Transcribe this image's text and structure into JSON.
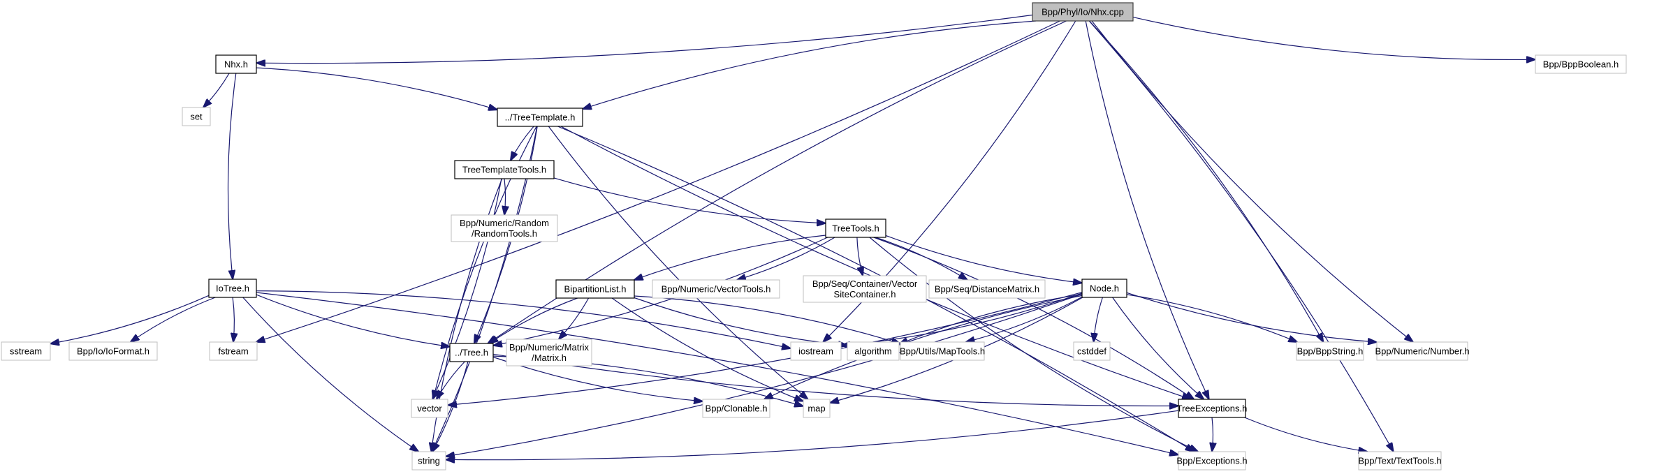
{
  "title": "Bpp/Phyl/Io/Nhx.cpp include dependency graph",
  "colors": {
    "edge": "#191970",
    "main_fill": "#bfbfbf",
    "main_border": "#404040",
    "local_border": "#000000",
    "external_border": "#bfbfbf"
  },
  "nodes": [
    {
      "id": "nhxcpp",
      "label": [
        "Bpp/Phyl/Io/Nhx.cpp"
      ],
      "kind": "main"
    },
    {
      "id": "nhxh",
      "label": [
        "Nhx.h"
      ],
      "kind": "local"
    },
    {
      "id": "set",
      "label": [
        "set"
      ],
      "kind": "external"
    },
    {
      "id": "treetemplate",
      "label": [
        "../TreeTemplate.h"
      ],
      "kind": "local"
    },
    {
      "id": "treetemplatetools",
      "label": [
        "TreeTemplateTools.h"
      ],
      "kind": "local"
    },
    {
      "id": "randomtools",
      "label": [
        "Bpp/Numeric/Random",
        "/RandomTools.h"
      ],
      "kind": "external"
    },
    {
      "id": "treetools",
      "label": [
        "TreeTools.h"
      ],
      "kind": "local"
    },
    {
      "id": "iotree",
      "label": [
        "IoTree.h"
      ],
      "kind": "local"
    },
    {
      "id": "bipartition",
      "label": [
        "BipartitionList.h"
      ],
      "kind": "local"
    },
    {
      "id": "vectortools",
      "label": [
        "Bpp/Numeric/VectorTools.h"
      ],
      "kind": "external"
    },
    {
      "id": "vectorsite",
      "label": [
        "Bpp/Seq/Container/Vector",
        "SiteContainer.h"
      ],
      "kind": "external"
    },
    {
      "id": "distmatrix",
      "label": [
        "Bpp/Seq/DistanceMatrix.h"
      ],
      "kind": "external"
    },
    {
      "id": "nodeh",
      "label": [
        "Node.h"
      ],
      "kind": "local"
    },
    {
      "id": "sstream",
      "label": [
        "sstream"
      ],
      "kind": "external"
    },
    {
      "id": "ioformat",
      "label": [
        "Bpp/Io/IoFormat.h"
      ],
      "kind": "external"
    },
    {
      "id": "fstream",
      "label": [
        "fstream"
      ],
      "kind": "external"
    },
    {
      "id": "treeh",
      "label": [
        "../Tree.h"
      ],
      "kind": "local"
    },
    {
      "id": "matrix",
      "label": [
        "Bpp/Numeric/Matrix",
        "/Matrix.h"
      ],
      "kind": "external"
    },
    {
      "id": "iostream",
      "label": [
        "iostream"
      ],
      "kind": "external"
    },
    {
      "id": "algorithm",
      "label": [
        "algorithm"
      ],
      "kind": "external"
    },
    {
      "id": "maptools",
      "label": [
        "Bpp/Utils/MapTools.h"
      ],
      "kind": "external"
    },
    {
      "id": "cstddef",
      "label": [
        "cstddef"
      ],
      "kind": "external"
    },
    {
      "id": "bppstring",
      "label": [
        "Bpp/BppString.h"
      ],
      "kind": "external"
    },
    {
      "id": "number",
      "label": [
        "Bpp/Numeric/Number.h"
      ],
      "kind": "external"
    },
    {
      "id": "vector",
      "label": [
        "vector"
      ],
      "kind": "external"
    },
    {
      "id": "clonable",
      "label": [
        "Bpp/Clonable.h"
      ],
      "kind": "external"
    },
    {
      "id": "map",
      "label": [
        "map"
      ],
      "kind": "external"
    },
    {
      "id": "treeexceptions",
      "label": [
        "TreeExceptions.h"
      ],
      "kind": "local"
    },
    {
      "id": "string",
      "label": [
        "string"
      ],
      "kind": "external"
    },
    {
      "id": "exceptions",
      "label": [
        "Bpp/Exceptions.h"
      ],
      "kind": "external"
    },
    {
      "id": "texttools",
      "label": [
        "Bpp/Text/TextTools.h"
      ],
      "kind": "external"
    },
    {
      "id": "bppboolean",
      "label": [
        "Bpp/BppBoolean.h"
      ],
      "kind": "external"
    }
  ],
  "edges": [
    [
      "nhxcpp",
      "nhxh"
    ],
    [
      "nhxcpp",
      "treetemplate"
    ],
    [
      "nhxcpp",
      "fstream"
    ],
    [
      "nhxcpp",
      "treeh"
    ],
    [
      "nhxcpp",
      "iostream"
    ],
    [
      "nhxcpp",
      "treeexceptions"
    ],
    [
      "nhxcpp",
      "bppstring"
    ],
    [
      "nhxcpp",
      "number"
    ],
    [
      "nhxcpp",
      "texttools"
    ],
    [
      "nhxcpp",
      "bppboolean"
    ],
    [
      "nhxh",
      "set"
    ],
    [
      "nhxh",
      "iotree"
    ],
    [
      "nhxh",
      "treetemplate"
    ],
    [
      "treetemplate",
      "treetemplatetools"
    ],
    [
      "treetemplate",
      "treeh"
    ],
    [
      "treetemplate",
      "vector"
    ],
    [
      "treetemplate",
      "string"
    ],
    [
      "treetemplate",
      "map"
    ],
    [
      "treetemplate",
      "exceptions"
    ],
    [
      "treetemplate",
      "treeexceptions"
    ],
    [
      "treetemplatetools",
      "randomtools"
    ],
    [
      "treetemplatetools",
      "treetools"
    ],
    [
      "treetemplatetools",
      "vector"
    ],
    [
      "treetemplatetools",
      "string"
    ],
    [
      "treetools",
      "treeh"
    ],
    [
      "treetools",
      "bipartition"
    ],
    [
      "treetools",
      "vectortools"
    ],
    [
      "treetools",
      "vectorsite"
    ],
    [
      "treetools",
      "distmatrix"
    ],
    [
      "treetools",
      "nodeh"
    ],
    [
      "treetools",
      "treeexceptions"
    ],
    [
      "treetools",
      "exceptions"
    ],
    [
      "iotree",
      "sstream"
    ],
    [
      "iotree",
      "ioformat"
    ],
    [
      "iotree",
      "fstream"
    ],
    [
      "iotree",
      "treeh"
    ],
    [
      "iotree",
      "iostream"
    ],
    [
      "iotree",
      "string"
    ],
    [
      "iotree",
      "exceptions"
    ],
    [
      "bipartition",
      "treeh"
    ],
    [
      "bipartition",
      "matrix"
    ],
    [
      "bipartition",
      "algorithm"
    ],
    [
      "bipartition",
      "maptools"
    ],
    [
      "bipartition",
      "map"
    ],
    [
      "nodeh",
      "iostream"
    ],
    [
      "nodeh",
      "algorithm"
    ],
    [
      "nodeh",
      "maptools"
    ],
    [
      "nodeh",
      "cstddef"
    ],
    [
      "nodeh",
      "bppstring"
    ],
    [
      "nodeh",
      "number"
    ],
    [
      "nodeh",
      "vector"
    ],
    [
      "nodeh",
      "clonable"
    ],
    [
      "nodeh",
      "map"
    ],
    [
      "nodeh",
      "treeexceptions"
    ],
    [
      "nodeh",
      "string"
    ],
    [
      "treeh",
      "vector"
    ],
    [
      "treeh",
      "string"
    ],
    [
      "treeh",
      "clonable"
    ],
    [
      "treeh",
      "map"
    ],
    [
      "treeh",
      "treeexceptions"
    ],
    [
      "treeexceptions",
      "exceptions"
    ],
    [
      "treeexceptions",
      "texttools"
    ],
    [
      "treeexceptions",
      "string"
    ]
  ]
}
